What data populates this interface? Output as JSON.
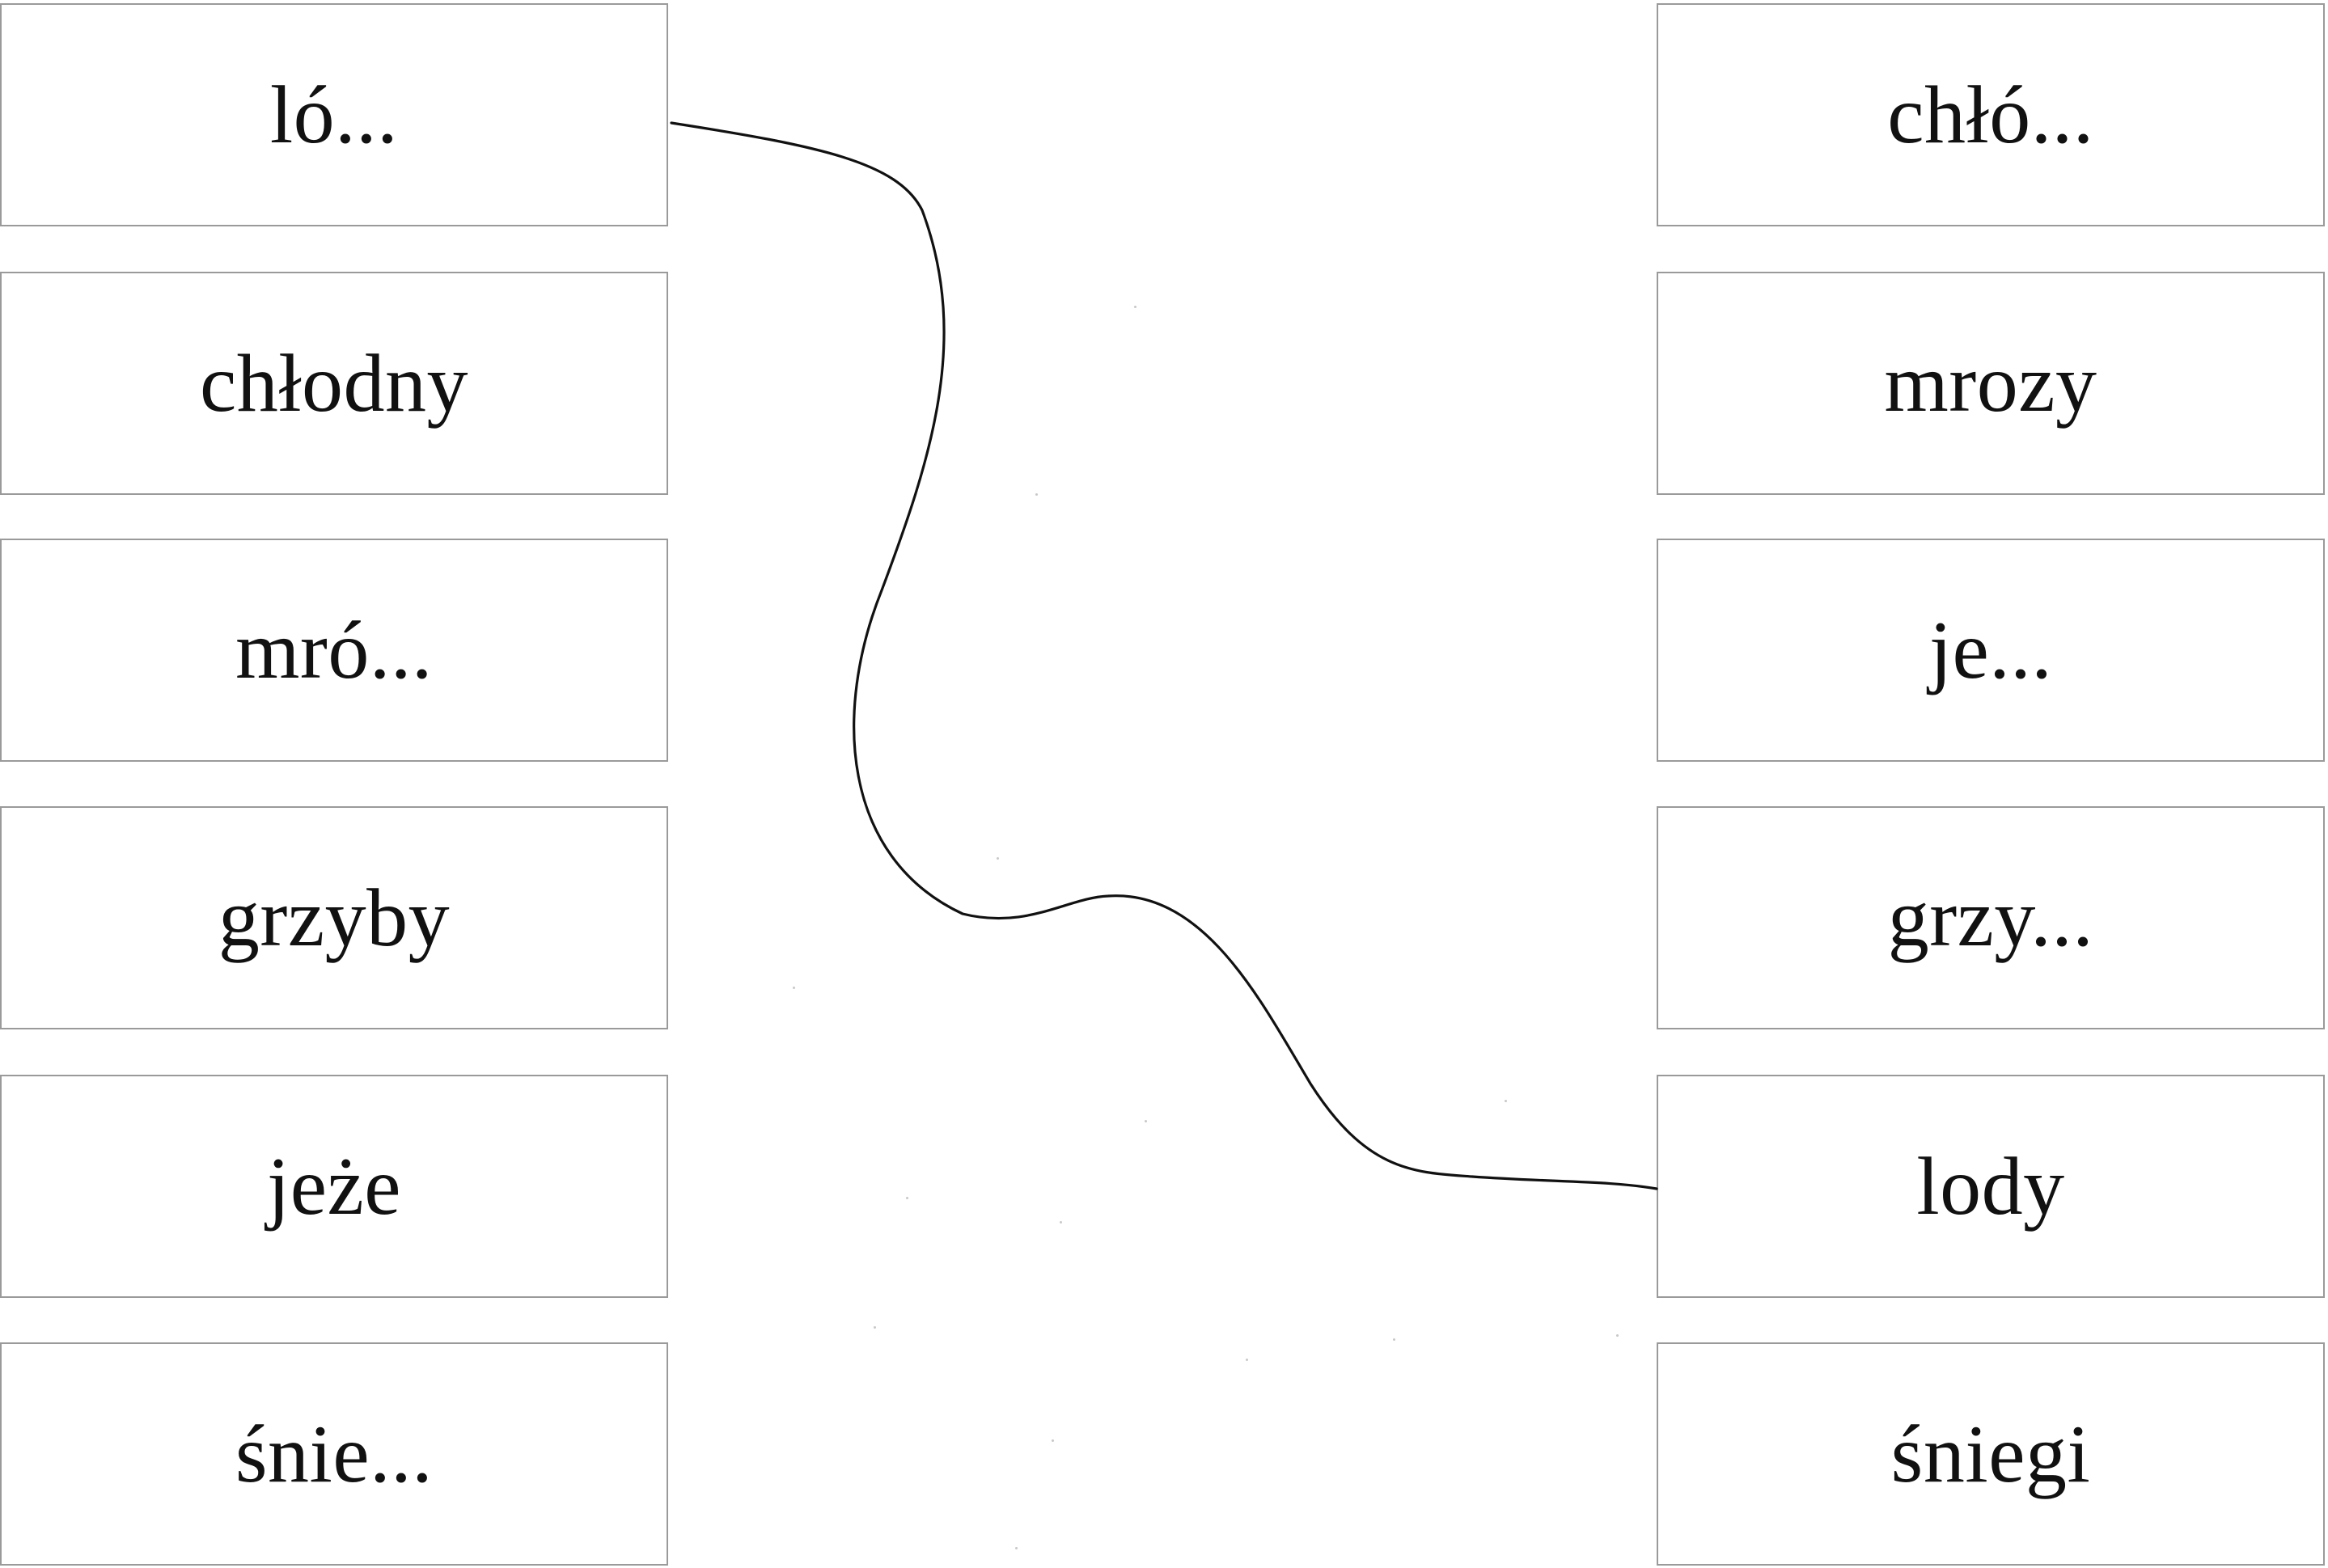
{
  "left_column": [
    {
      "text": "ló..."
    },
    {
      "text": "chłodny"
    },
    {
      "text": "mró..."
    },
    {
      "text": "grzyby"
    },
    {
      "text": "jeże"
    },
    {
      "text": "śnie..."
    }
  ],
  "right_column": [
    {
      "text": "chłó..."
    },
    {
      "text": "mrozy"
    },
    {
      "text": "je..."
    },
    {
      "text": "grzy..."
    },
    {
      "text": "lody"
    },
    {
      "text": "śniegi"
    }
  ],
  "connections": [
    {
      "from_left": 0,
      "to_right": 4
    }
  ],
  "colors": {
    "card_border": "#9a9a9a",
    "text": "#111111",
    "line": "#111111"
  }
}
